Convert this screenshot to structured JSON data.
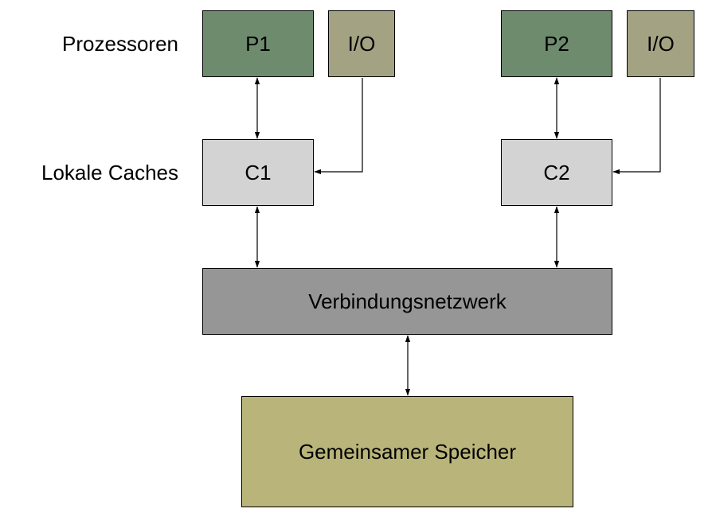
{
  "labels": {
    "processors": "Prozessoren",
    "caches": "Lokale Caches"
  },
  "nodes": {
    "p1": "P1",
    "io1": "I/O",
    "p2": "P2",
    "io2": "I/O",
    "c1": "C1",
    "c2": "C2",
    "network": "Verbindungsnetzwerk",
    "memory": "Gemeinsamer Speicher"
  },
  "edges": [
    {
      "from": "p1",
      "to": "c1",
      "direction": "both"
    },
    {
      "from": "io1",
      "to": "c1",
      "direction": "forward"
    },
    {
      "from": "p2",
      "to": "c2",
      "direction": "both"
    },
    {
      "from": "io2",
      "to": "c2",
      "direction": "forward"
    },
    {
      "from": "c1",
      "to": "network",
      "direction": "both"
    },
    {
      "from": "c2",
      "to": "network",
      "direction": "both"
    },
    {
      "from": "network",
      "to": "memory",
      "direction": "both"
    }
  ],
  "colors": {
    "processor": "#6e8b6e",
    "io": "#a3a283",
    "cache": "#d3d3d3",
    "network": "#969696",
    "memory": "#b9b57a"
  }
}
